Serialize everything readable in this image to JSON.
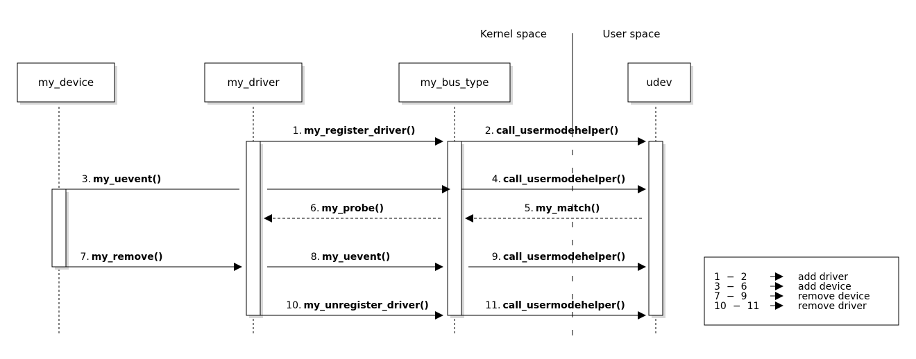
{
  "regions": {
    "kernel": "Kernel space",
    "user": "User space"
  },
  "participants": [
    {
      "id": "my_device",
      "label": "my_device"
    },
    {
      "id": "my_driver",
      "label": "my_driver"
    },
    {
      "id": "my_bus_type",
      "label": "my_bus_type"
    },
    {
      "id": "udev",
      "label": "udev"
    }
  ],
  "messages": [
    {
      "num": "1.",
      "name": "my_register_driver()"
    },
    {
      "num": "2.",
      "name": "call_usermodehelper()"
    },
    {
      "num": "3.",
      "name": "my_uevent()"
    },
    {
      "num": "4.",
      "name": "call_usermodehelper()"
    },
    {
      "num": "6.",
      "name": "my_probe()"
    },
    {
      "num": "5.",
      "name": "my_match()"
    },
    {
      "num": "7.",
      "name": "my_remove()"
    },
    {
      "num": "8.",
      "name": "my_uevent()"
    },
    {
      "num": "9.",
      "name": "call_usermodehelper()"
    },
    {
      "num": "10.",
      "name": "my_unregister_driver()"
    },
    {
      "num": "11.",
      "name": "call_usermodehelper()"
    }
  ],
  "legend": [
    {
      "from": "1",
      "to": "2",
      "desc": "add driver"
    },
    {
      "from": "3",
      "to": "6",
      "desc": "add device"
    },
    {
      "from": "7",
      "to": "9",
      "desc": "remove device"
    },
    {
      "from": "10",
      "to": "11",
      "desc": "remove driver"
    }
  ],
  "legend_separator": "−"
}
